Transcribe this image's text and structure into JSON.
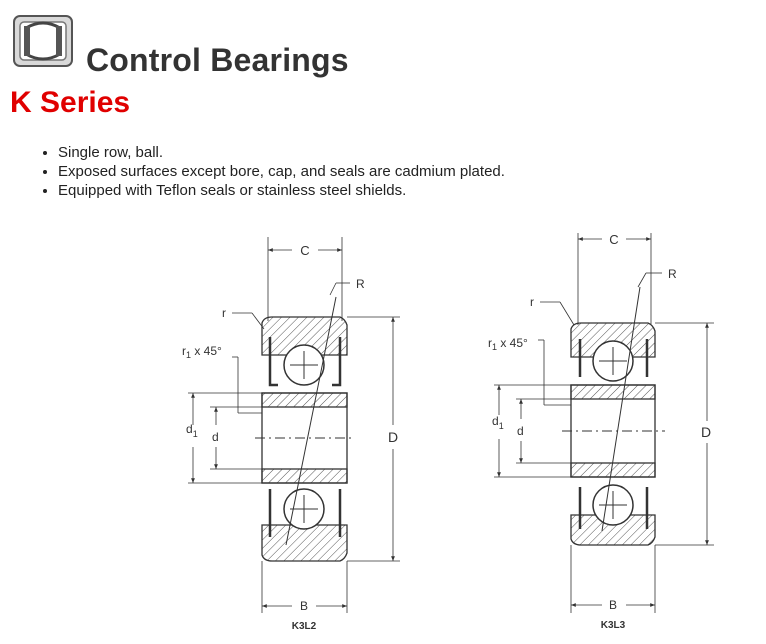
{
  "header": {
    "title": "Control Bearings",
    "subtitle": "K Series",
    "logo_icon": "bearing-icon"
  },
  "features": [
    "Single row, ball.",
    "Exposed surfaces except bore, cap, and seals are cadmium plated.",
    "Equipped with Teflon seals or stainless steel shields."
  ],
  "drawings": {
    "left": {
      "model": "K3L2",
      "labels": {
        "c": "C",
        "r_upper": "R",
        "r_lower": "r",
        "chamfer": "r",
        "chamfer_sub": "1",
        "chamfer_suffix": " x 45°",
        "d1": "d",
        "d1_sub": "1",
        "d": "d",
        "D": "D",
        "B": "B"
      }
    },
    "right": {
      "model": "K3L3",
      "labels": {
        "c": "C",
        "r_upper": "R",
        "r_lower": "r",
        "chamfer": "r",
        "chamfer_sub": "1",
        "chamfer_suffix": " x 45°",
        "d1": "d",
        "d1_sub": "1",
        "d": "d",
        "D": "D",
        "B": "B"
      }
    }
  },
  "colors": {
    "accent": "#e00000",
    "title": "#333333"
  }
}
